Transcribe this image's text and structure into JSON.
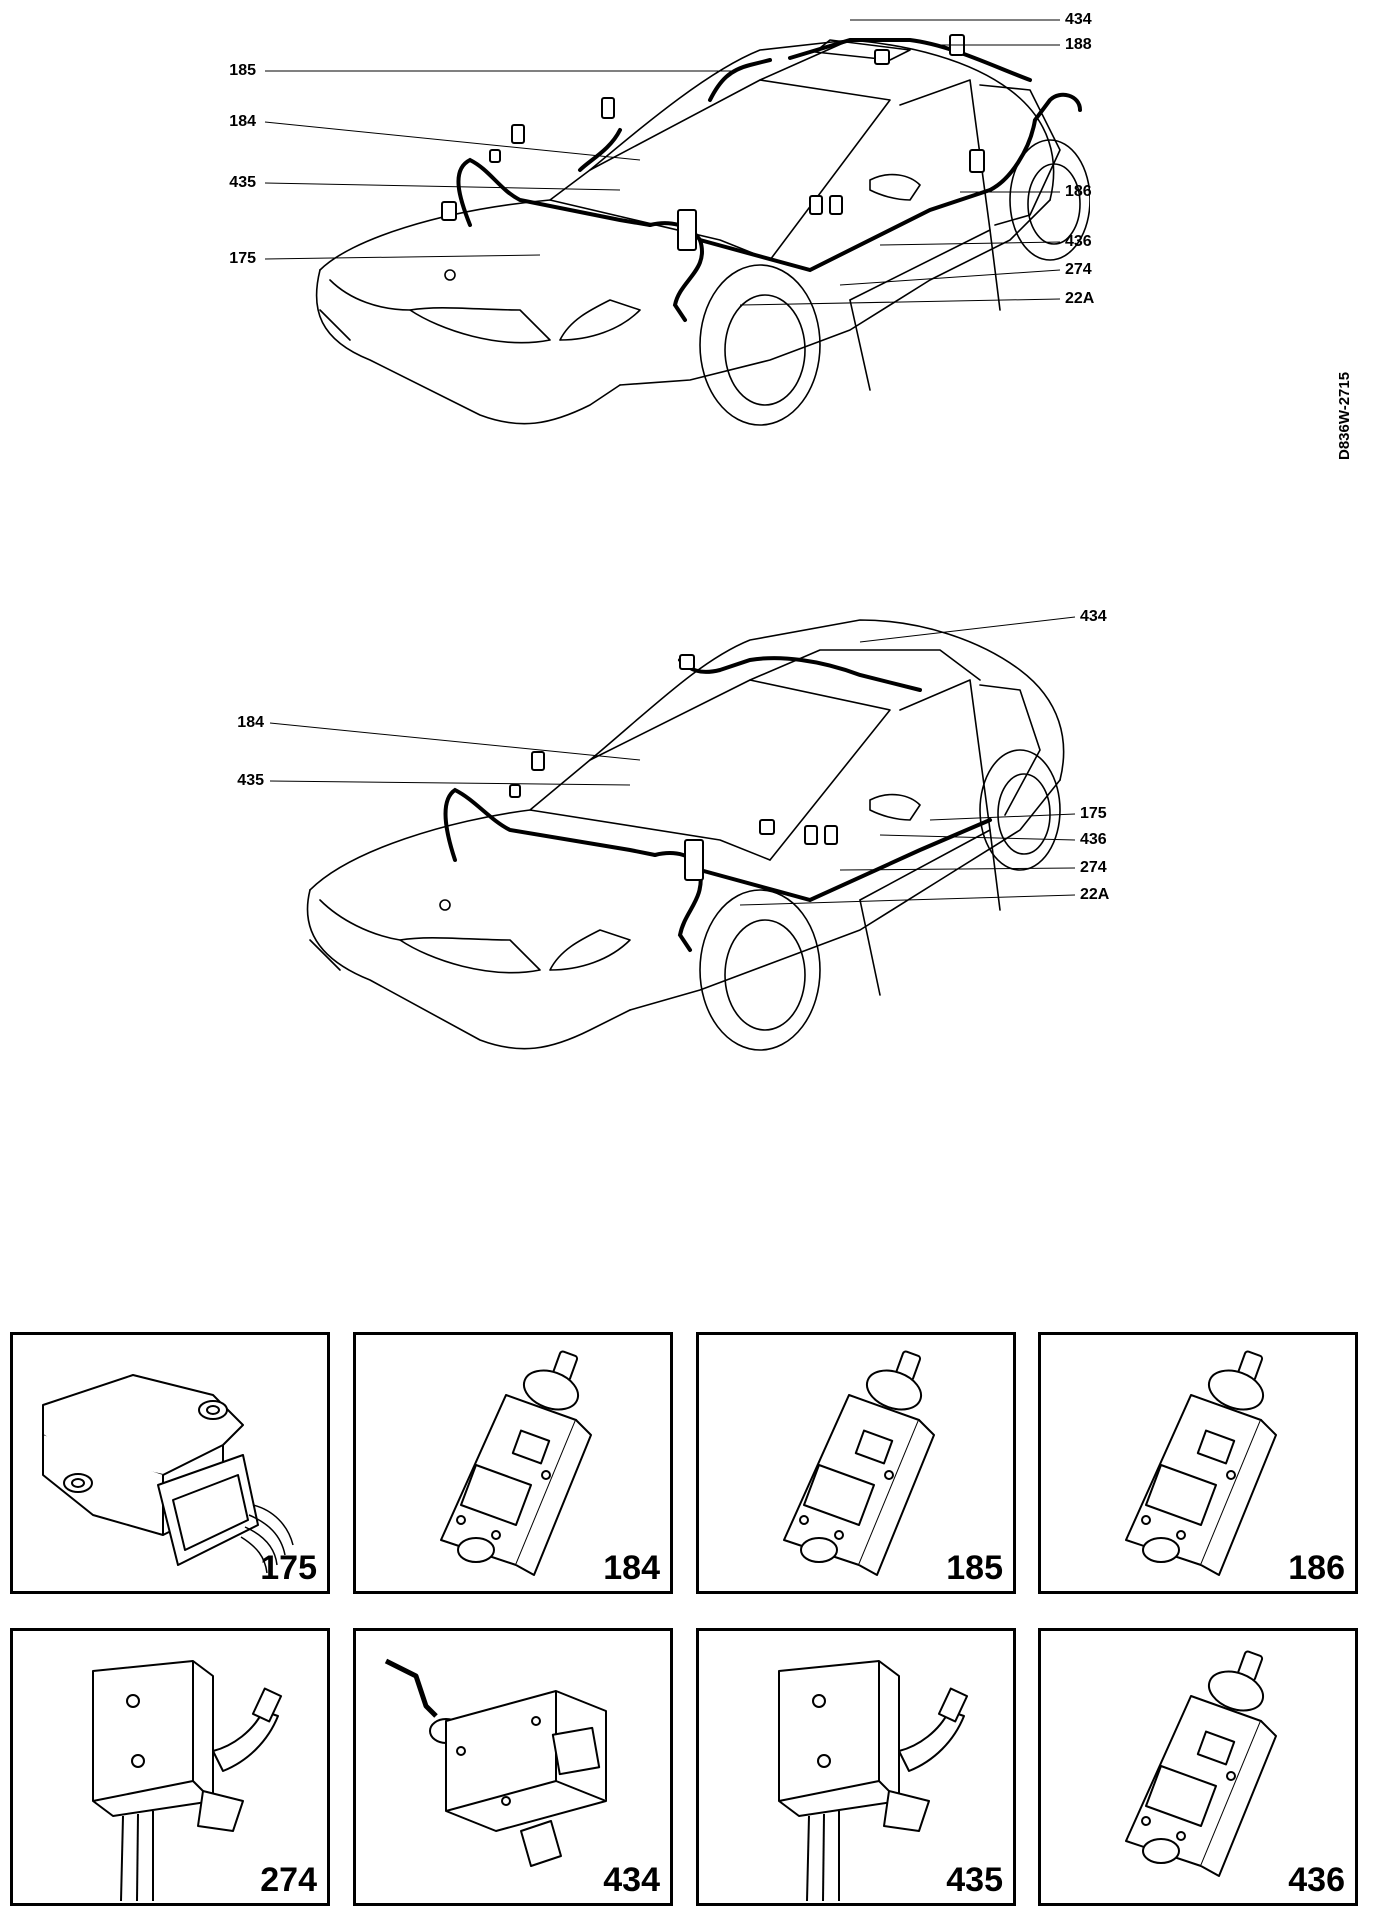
{
  "document_id": "D836W-2715",
  "top_car_labels": {
    "l185": "185",
    "l184": "184",
    "l435": "435",
    "l175": "175",
    "r434": "434",
    "r188": "188",
    "r186": "186",
    "r436": "436",
    "r274": "274",
    "r22a": "22A"
  },
  "bottom_car_labels": {
    "l184": "184",
    "l435": "435",
    "r434": "434",
    "r175": "175",
    "r436": "436",
    "r274": "274",
    "r22a": "22A"
  },
  "panels": [
    {
      "id": "175",
      "label": "175",
      "part": "control-unit"
    },
    {
      "id": "184",
      "label": "184",
      "part": "lock-motor"
    },
    {
      "id": "185",
      "label": "185",
      "part": "lock-motor"
    },
    {
      "id": "186",
      "label": "186",
      "part": "lock-motor"
    },
    {
      "id": "274",
      "label": "274",
      "part": "door-switch"
    },
    {
      "id": "434",
      "label": "434",
      "part": "fuel-flap-motor"
    },
    {
      "id": "435",
      "label": "435",
      "part": "door-switch"
    },
    {
      "id": "436",
      "label": "436",
      "part": "lock-motor"
    }
  ]
}
